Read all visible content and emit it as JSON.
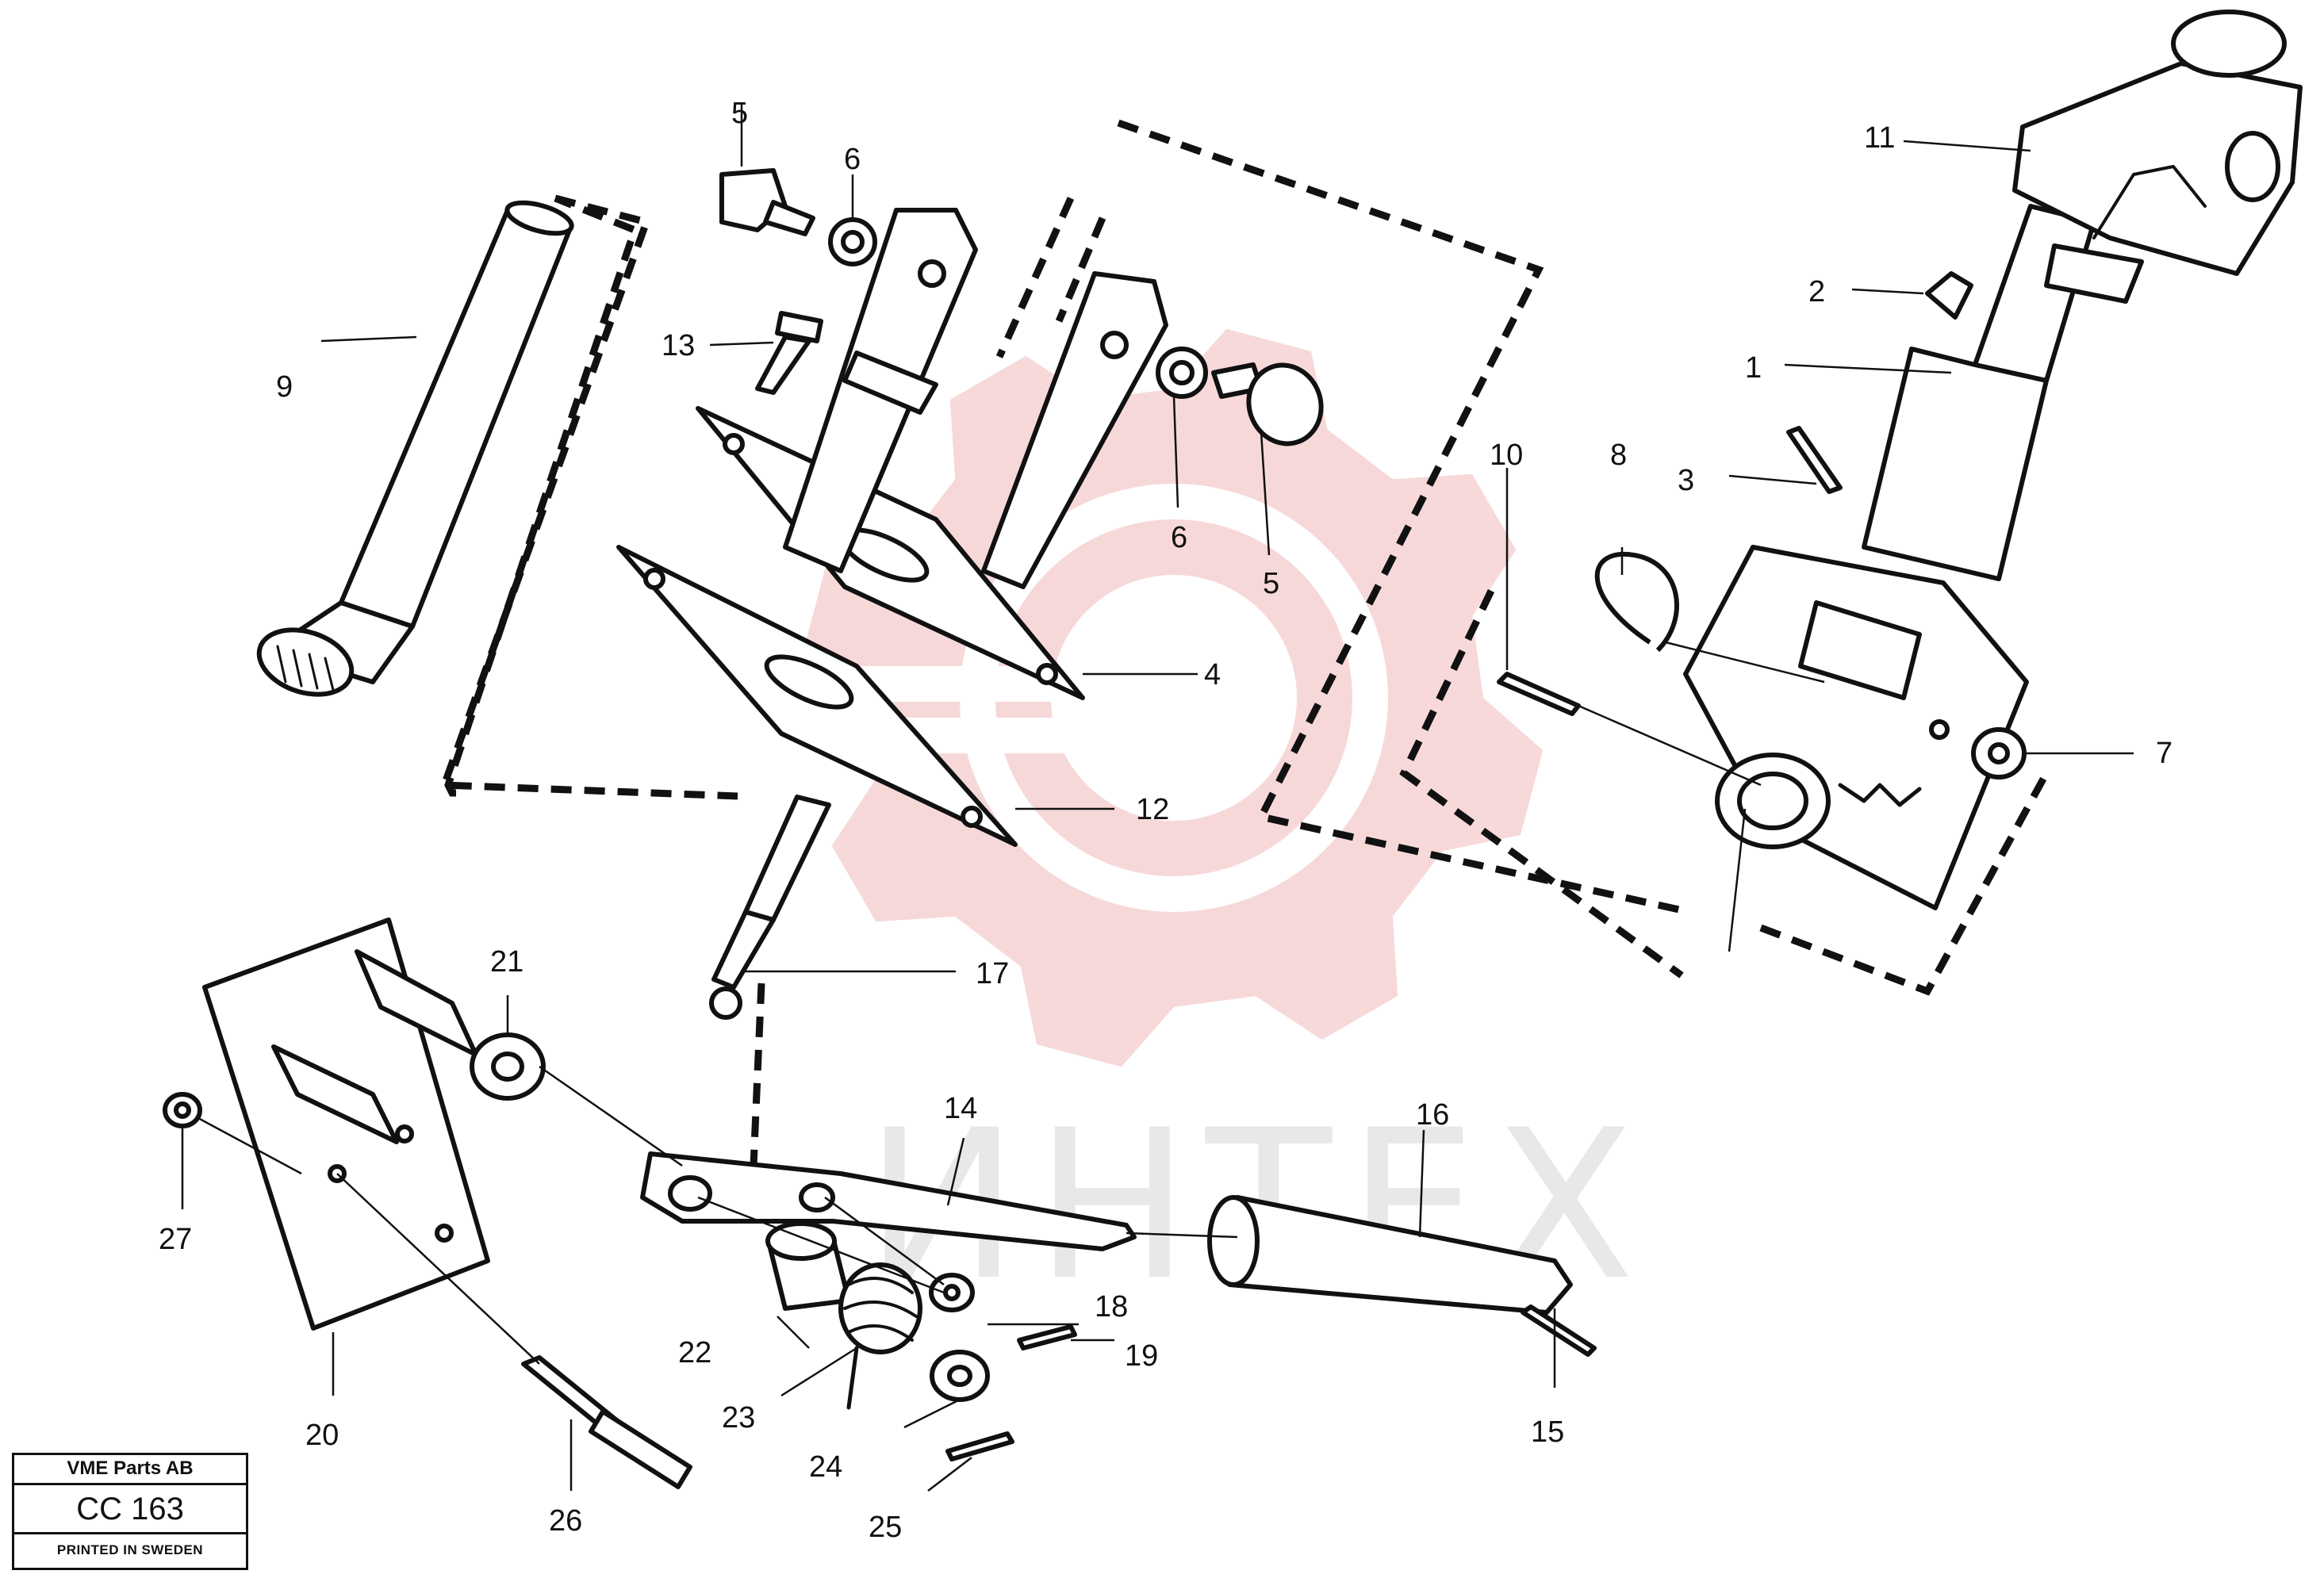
{
  "diagram": {
    "callouts": [
      {
        "num": "1"
      },
      {
        "num": "2"
      },
      {
        "num": "3"
      },
      {
        "num": "4"
      },
      {
        "num": "5"
      },
      {
        "num": "5"
      },
      {
        "num": "6"
      },
      {
        "num": "6"
      },
      {
        "num": "7"
      },
      {
        "num": "8"
      },
      {
        "num": "9"
      },
      {
        "num": "10"
      },
      {
        "num": "11"
      },
      {
        "num": "12"
      },
      {
        "num": "13"
      },
      {
        "num": "14"
      },
      {
        "num": "15"
      },
      {
        "num": "16"
      },
      {
        "num": "17"
      },
      {
        "num": "18"
      },
      {
        "num": "19"
      },
      {
        "num": "20"
      },
      {
        "num": "21"
      },
      {
        "num": "22"
      },
      {
        "num": "23"
      },
      {
        "num": "24"
      },
      {
        "num": "25"
      },
      {
        "num": "26"
      },
      {
        "num": "27"
      }
    ]
  },
  "title_block": {
    "company": "VME Parts AB",
    "code": "CC 163",
    "printed": "PRINTED IN SWEDEN"
  },
  "watermark": {
    "text": "ИНТЕХ",
    "gear_color": "#f6d2d2"
  }
}
